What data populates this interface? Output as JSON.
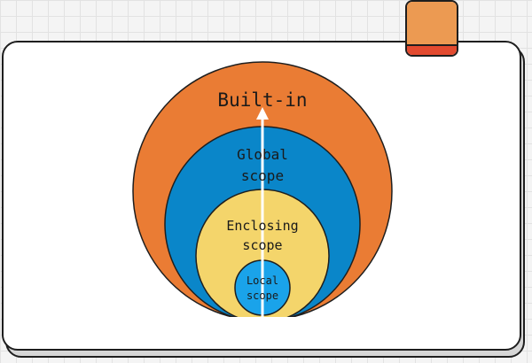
{
  "scopes": {
    "builtin": {
      "label": "Built-in",
      "color": "#ea7c34"
    },
    "global": {
      "line1": "Global",
      "line2": "scope",
      "color": "#0a86c9"
    },
    "enclosing": {
      "line1": "Enclosing",
      "line2": "scope",
      "color": "#f4d56b"
    },
    "local": {
      "line1": "Local",
      "line2": "scope",
      "color": "#1aa3ea"
    }
  },
  "colors": {
    "card_bg": "#ffffff",
    "outline": "#1e1e1e",
    "tab_top": "#ec9a52",
    "tab_bottom": "#e24a2f",
    "arrow": "#ffffff",
    "text": "#1a1a1a"
  }
}
